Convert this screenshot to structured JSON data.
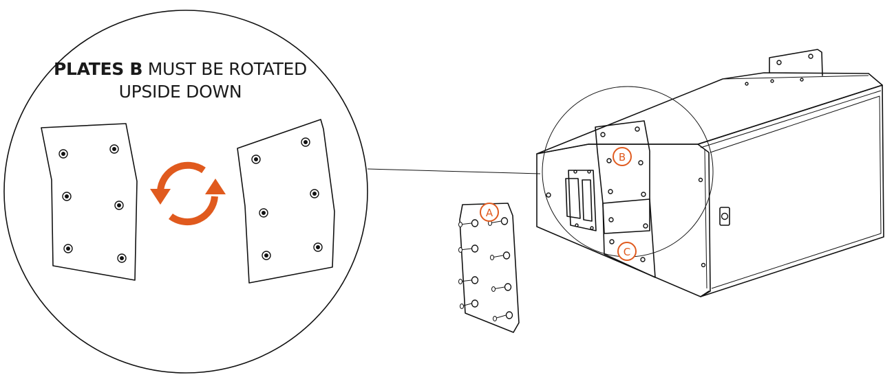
{
  "heading": {
    "bold": "PLATES B",
    "rest_line1": " MUST BE ROTATED",
    "line2": "UPSIDE DOWN"
  },
  "callouts": {
    "a": "A",
    "b": "B",
    "c": "C"
  },
  "colors": {
    "accent": "#e05a1e",
    "line": "#111111",
    "background": "#ffffff"
  },
  "icons": {
    "rotate": "rotate-arrows-icon"
  }
}
